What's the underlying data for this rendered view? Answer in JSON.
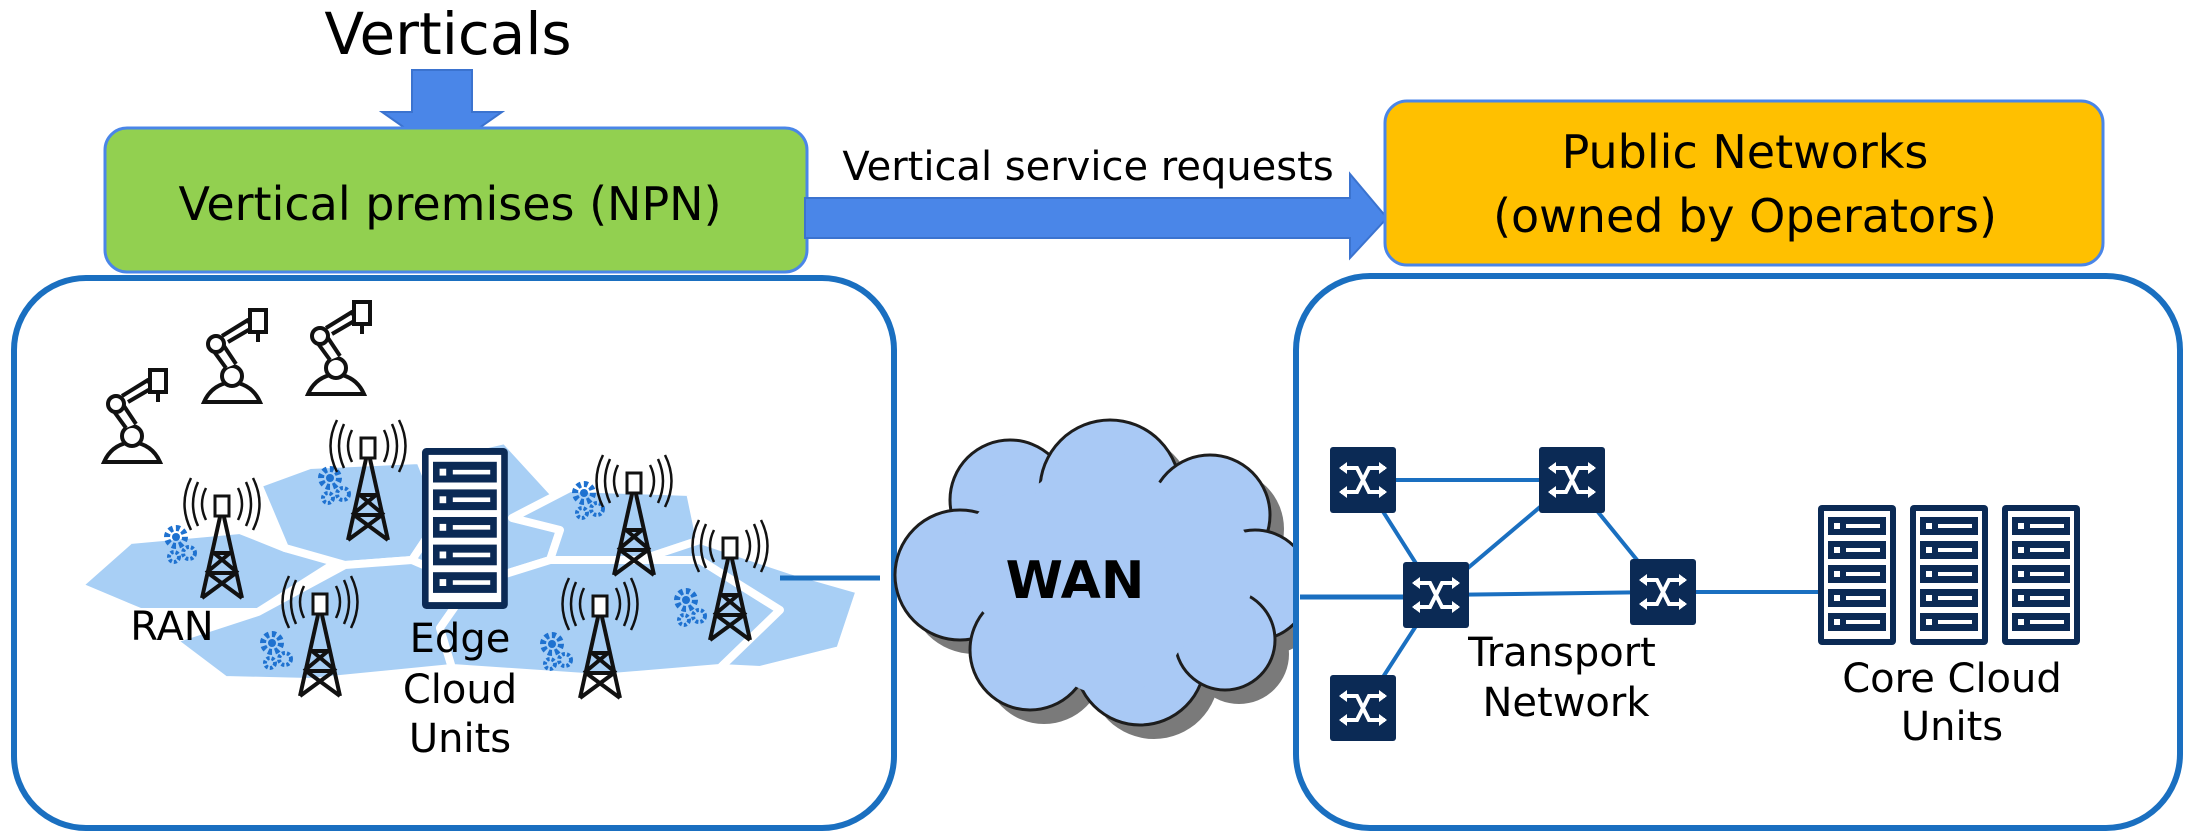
{
  "top_label": "Verticals",
  "left_header": {
    "label": "Vertical premises (NPN)",
    "color": "#92d050"
  },
  "request_arrow": {
    "label": "Vertical service requests",
    "color": "#4a86e8"
  },
  "right_header": {
    "line1": "Public Networks",
    "line2": "(owned by Operators)",
    "color": "#ffc000"
  },
  "left_panel": {
    "ran_label": "RAN",
    "edge_label": [
      "Edge",
      "Cloud",
      "Units"
    ]
  },
  "wan": {
    "label": "WAN",
    "color": "#a9c9f5"
  },
  "right_panel": {
    "transport_label": [
      "Transport",
      "Network"
    ],
    "core_label": [
      "Core Cloud",
      "Units"
    ]
  },
  "colors": {
    "panel_border": "#1a6fc0",
    "cell_fill": "#a8cff5",
    "device_dark": "#0b2a55",
    "gear": "#1f72d0"
  }
}
